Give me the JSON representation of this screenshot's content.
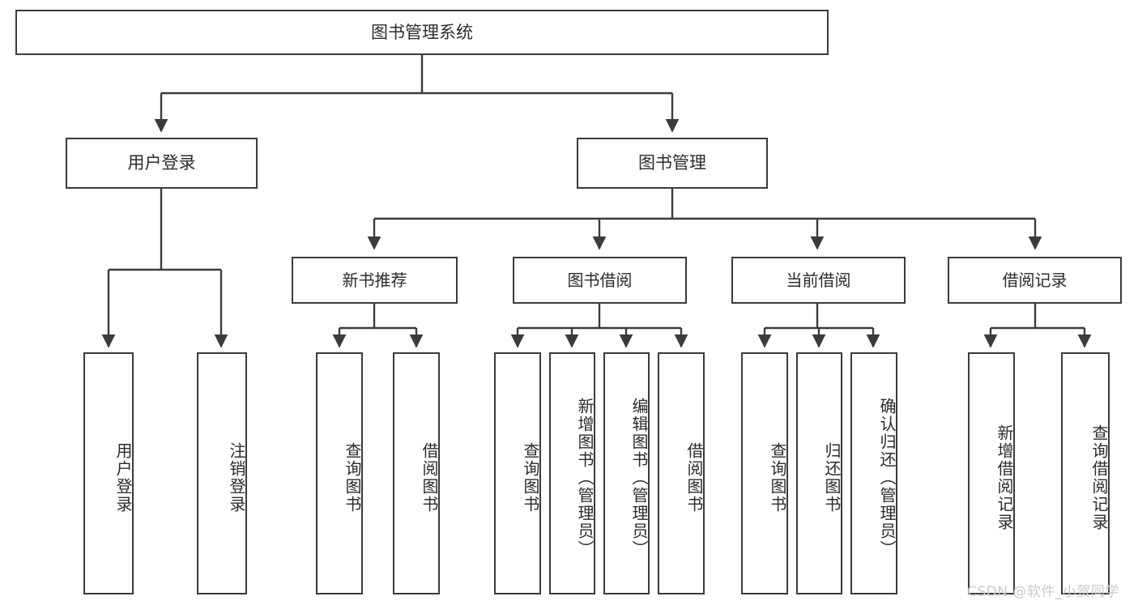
{
  "diagram": {
    "title": "图书管理系统",
    "type": "tree",
    "watermark": "CSDN @软件_小贺同学"
  },
  "nodes": {
    "root": {
      "label": "图书管理系统"
    },
    "level1": [
      {
        "id": "user-login",
        "label": "用户登录"
      },
      {
        "id": "book-manage",
        "label": "图书管理"
      }
    ],
    "level2": [
      {
        "id": "new-book-recommend",
        "label": "新书推荐"
      },
      {
        "id": "book-borrow",
        "label": "图书借阅"
      },
      {
        "id": "current-borrow",
        "label": "当前借阅"
      },
      {
        "id": "borrow-record",
        "label": "借阅记录"
      }
    ],
    "level3": [
      {
        "id": "leaf-user-login",
        "label": "用户登录",
        "parent": "user-login"
      },
      {
        "id": "leaf-logout-login",
        "label": "注销登录",
        "parent": "user-login"
      },
      {
        "id": "leaf-query-book-1",
        "label": "查询图书",
        "parent": "new-book-recommend"
      },
      {
        "id": "leaf-borrow-book-1",
        "label": "借阅图书",
        "parent": "new-book-recommend"
      },
      {
        "id": "leaf-query-book-2",
        "label": "查询图书",
        "parent": "book-borrow"
      },
      {
        "id": "leaf-add-book",
        "label": "新增图书（管理员）",
        "parent": "book-borrow"
      },
      {
        "id": "leaf-edit-book",
        "label": "编辑图书（管理员）",
        "parent": "book-borrow"
      },
      {
        "id": "leaf-borrow-book-2",
        "label": "借阅图书",
        "parent": "book-borrow"
      },
      {
        "id": "leaf-query-book-3",
        "label": "查询图书",
        "parent": "current-borrow"
      },
      {
        "id": "leaf-return-book",
        "label": "归还图书",
        "parent": "current-borrow"
      },
      {
        "id": "leaf-confirm-return",
        "label": "确认归还（管理员）",
        "parent": "current-borrow"
      },
      {
        "id": "leaf-add-record",
        "label": "新增借阅记录",
        "parent": "borrow-record"
      },
      {
        "id": "leaf-query-record",
        "label": "查询借阅记录",
        "parent": "borrow-record"
      }
    ]
  },
  "colors": {
    "stroke": "#3b3b3b",
    "text": "#2b2b2b",
    "background": "#ffffff",
    "watermark": "#c9c9c9"
  }
}
